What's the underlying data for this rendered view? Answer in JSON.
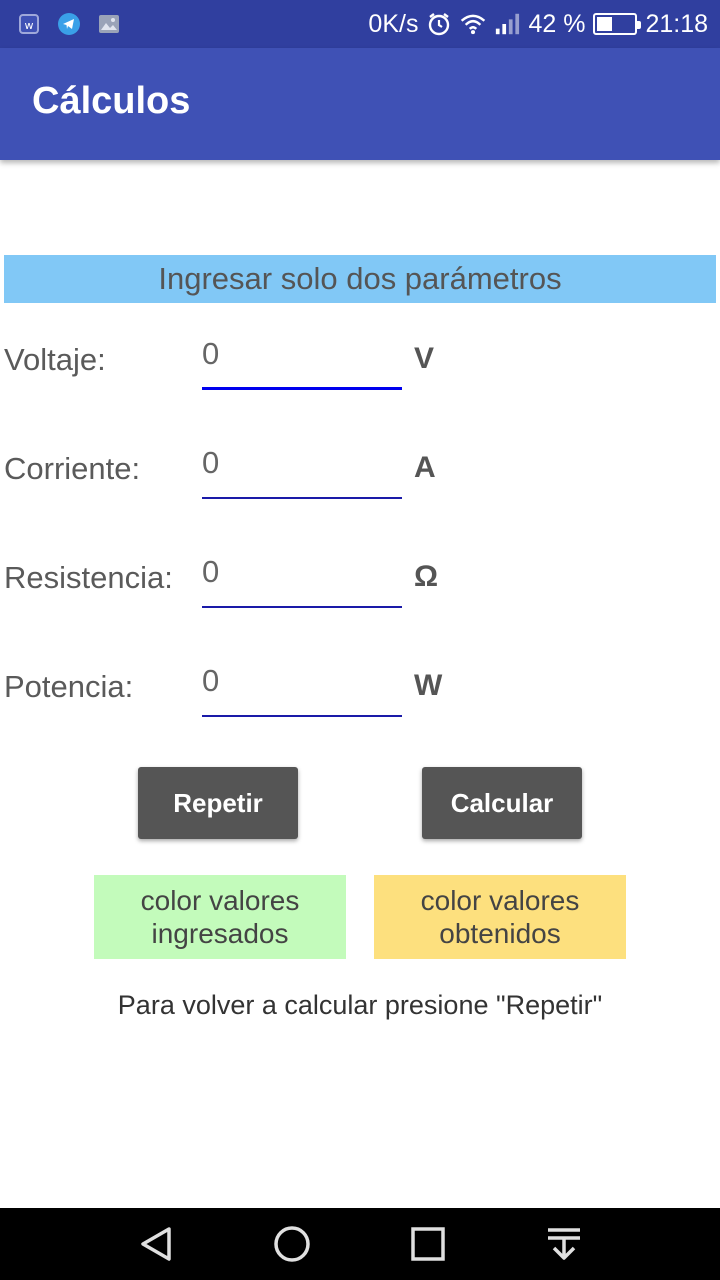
{
  "status_bar": {
    "net_speed": "0K/s",
    "battery_text": "42 %",
    "battery_level": 0.42,
    "time": "21:18",
    "icons": [
      "app-notification-icon",
      "telegram-icon",
      "gallery-icon",
      "alarm-icon",
      "wifi-icon",
      "signal-icon",
      "battery-icon"
    ]
  },
  "app_bar": {
    "title": "Cálculos"
  },
  "form": {
    "hint": "Ingresar solo dos parámetros",
    "rows": [
      {
        "label": "Voltaje:",
        "value": "0",
        "unit": "V"
      },
      {
        "label": "Corriente:",
        "value": "0",
        "unit": "A"
      },
      {
        "label": "Resistencia:",
        "value": "0",
        "unit": "Ω"
      },
      {
        "label": "Potencia:",
        "value": "0",
        "unit": "W"
      }
    ]
  },
  "buttons": {
    "repeat": "Repetir",
    "calculate": "Calcular"
  },
  "legend": {
    "entered": {
      "text": "color valores ingresados",
      "color": "#c3fbbb"
    },
    "obtained": {
      "text": "color valores obtenidos",
      "color": "#fde07e"
    }
  },
  "footer_note": "Para volver a calcular presione \"Repetir\"",
  "colors": {
    "status_bar": "#303f9f",
    "app_bar": "#3f51b5",
    "hint_banner": "#81c8f6",
    "button": "#555555",
    "field_underline": "#1a1aa8"
  },
  "nav_bar": {
    "icons": [
      "back-icon",
      "home-icon",
      "recents-icon",
      "notifications-pulldown-icon"
    ]
  }
}
